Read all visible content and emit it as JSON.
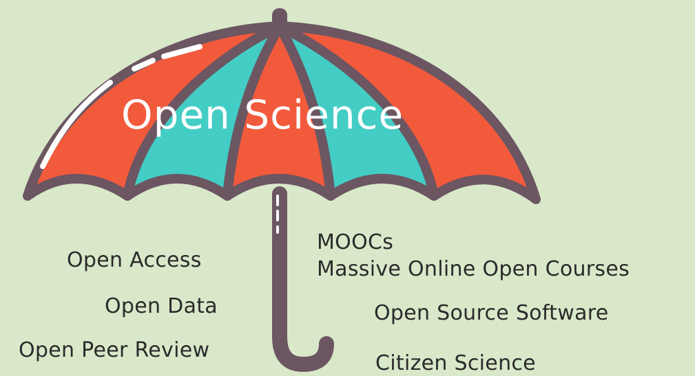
{
  "title": "Open Science",
  "items": {
    "open_access": "Open Access",
    "open_data": "Open Data",
    "open_peer_review": "Open Peer Review",
    "moocs": "MOOCs",
    "moocs_full": "Massive Online Open Courses",
    "open_source_software": "Open Source Software",
    "citizen_science": "Citizen Science"
  },
  "colors": {
    "background": "#d9e8c9",
    "canopy_red": "#f25a3c",
    "canopy_teal": "#43cdc4",
    "outline": "#6b5662",
    "text": "#2a2a2a",
    "title_text": "#ffffff"
  },
  "icons": {
    "umbrella": "umbrella-icon"
  }
}
